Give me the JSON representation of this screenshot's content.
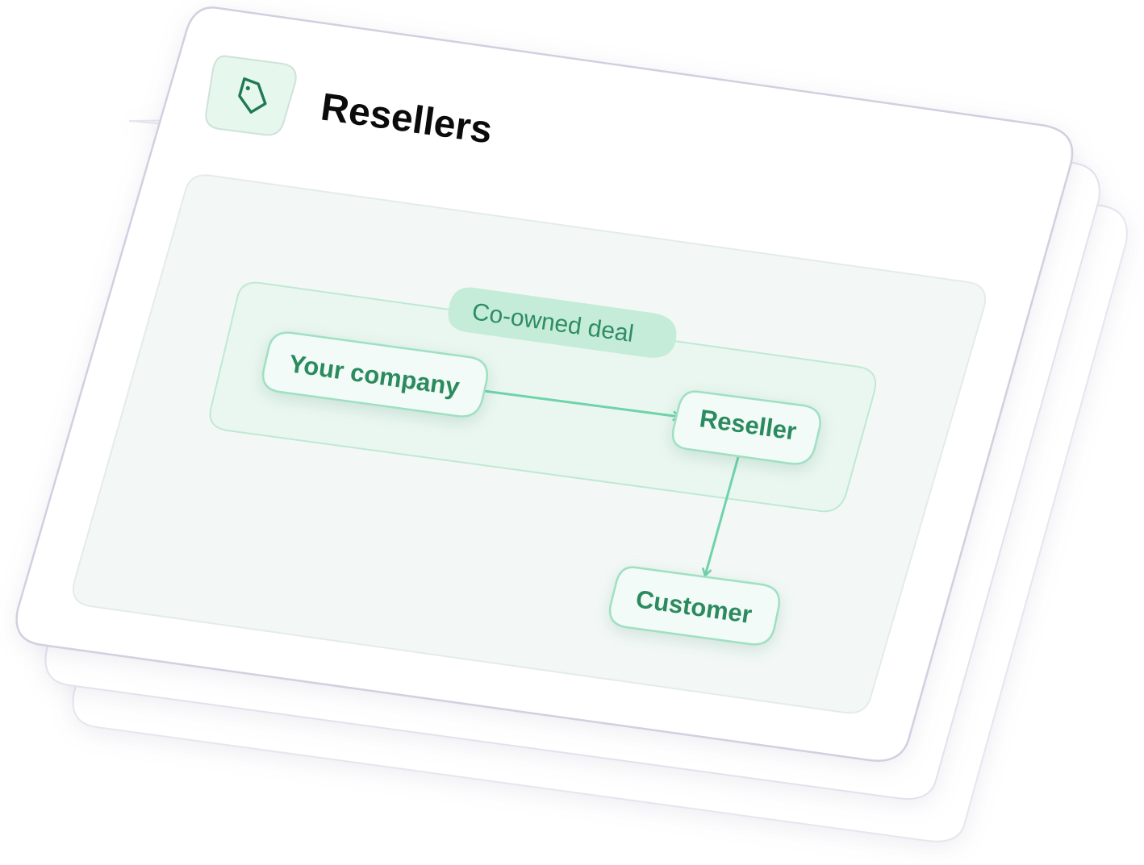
{
  "card": {
    "title": "Resellers",
    "icon": "tag-icon"
  },
  "diagram": {
    "group_label": "Co-owned deal",
    "nodes": {
      "company": "Your company",
      "reseller": "Reseller",
      "customer": "Customer"
    },
    "edges": [
      {
        "from": "Your company",
        "to": "Reseller"
      },
      {
        "from": "Reseller",
        "to": "Customer"
      }
    ]
  },
  "colors": {
    "accent": "#2b8a5e",
    "connector": "#6fd3aa",
    "node_border": "#9fe0c2",
    "group_fill": "#eaf7f0",
    "panel_fill": "#f3f8f6",
    "card_border": "#d3cfe0"
  }
}
